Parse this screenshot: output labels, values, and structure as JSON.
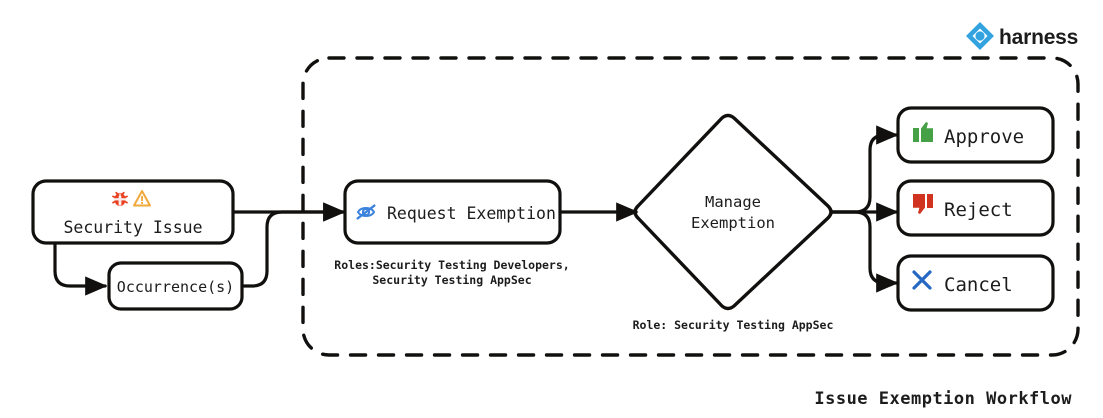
{
  "diagram": {
    "title": "Issue Exemption Workflow",
    "brand": {
      "name": "harness",
      "logo_icon": "harness-diamond-icon",
      "logo_color": "#33a3e0"
    },
    "colors": {
      "stroke": "#11100f",
      "security_issue_fill": "#fdeeee",
      "occurrence_fill": "#fbefd8",
      "request_exemption_fill": "#d7eaf8",
      "manage_exemption_fill": "#e8e3fa",
      "outcome_fill": "#ffffff",
      "approve_green": "#46a046",
      "reject_red": "#d0331f",
      "cancel_blue": "#2567c4",
      "eye_blue": "#3b82dd",
      "bug_red": "#e8401f",
      "warning_amber": "#f2a93b"
    },
    "nodes": [
      {
        "id": "security-issue",
        "label": "Security Issue",
        "icons": [
          "bug-icon",
          "warning-triangle-icon"
        ],
        "shape": "rounded-rect"
      },
      {
        "id": "occurrences",
        "label": "Occurrence(s)",
        "icons": [],
        "shape": "rounded-rect"
      },
      {
        "id": "request-exemption",
        "label": "Request Exemption",
        "icons": [
          "eye-slash-icon"
        ],
        "shape": "rounded-rect",
        "caption_line1": "Roles:Security Testing Developers,",
        "caption_line2": "Security Testing AppSec"
      },
      {
        "id": "manage-exemption",
        "label_line1": "Manage",
        "label_line2": "Exemption",
        "shape": "diamond",
        "caption": "Role: Security Testing AppSec"
      },
      {
        "id": "approve",
        "label": "Approve",
        "icons": [
          "thumbs-up-icon"
        ],
        "shape": "rounded-rect"
      },
      {
        "id": "reject",
        "label": "Reject",
        "icons": [
          "thumbs-down-icon"
        ],
        "shape": "rounded-rect"
      },
      {
        "id": "cancel",
        "label": "Cancel",
        "icons": [
          "x-mark-icon"
        ],
        "shape": "rounded-rect"
      }
    ],
    "boundary": {
      "style": "dashed",
      "name": "workflow-boundary"
    }
  }
}
